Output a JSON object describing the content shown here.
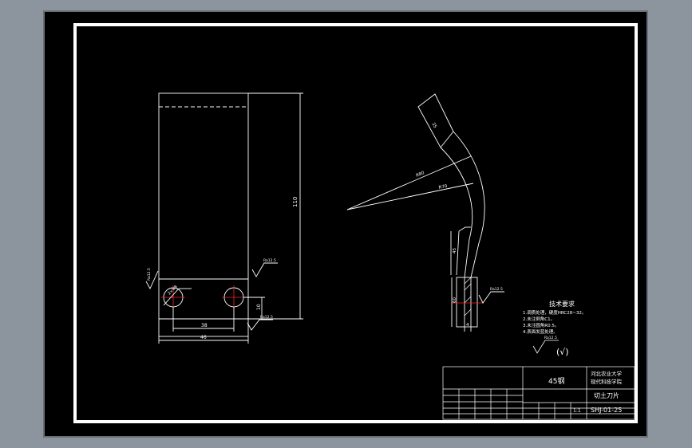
{
  "colors": {
    "background": "#8c949e",
    "sheet": "#000000",
    "line": "#ffffff",
    "center_mark": "#ff2020"
  },
  "drawing": {
    "front_view": {
      "dim_height": "110",
      "dim_hole_offset": "10",
      "dim_hole_spacing": "38",
      "dim_width": "46",
      "hole_label": "2×Φ8",
      "roughness_left": "Ra12.5",
      "roughness_right": "Ra12.5",
      "roughness_bottom": "Ra12.5"
    },
    "side_view": {
      "dim_tip_length": "35",
      "dim_radius_outer": "R80",
      "dim_radius_inner": "R70",
      "dim_straight": "45",
      "dim_base": "60",
      "dim_thickness": "4",
      "roughness": "Ra12.5"
    }
  },
  "tech_requirements": {
    "title": "技术要求",
    "items": [
      "1.调质处理，硬度HRC28~32。",
      "2.未注倒角C1。",
      "3.未注圆角R0.5。",
      "4.表面发蓝处理。"
    ],
    "roughness_note_value": "Ra12.5",
    "roughness_note_symbol": "(√)"
  },
  "title_block": {
    "material": "45钢",
    "institution_line1": "河北农业大学",
    "institution_line2": "现代科技学院",
    "part_name": "切土刀片",
    "drawing_number": "SHJ-01-25",
    "scale": "1:1"
  }
}
